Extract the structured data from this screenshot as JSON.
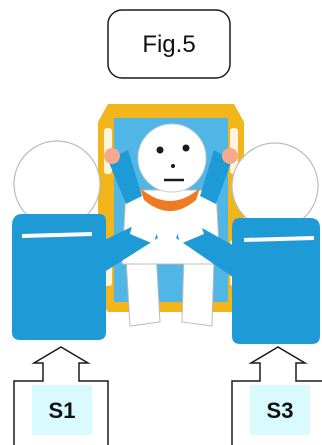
{
  "figure": {
    "title": "Fig.5"
  },
  "labels": {
    "left": "S1",
    "right": "S3"
  },
  "colors": {
    "board": "#F2B51B",
    "board_inner": "#4FB6E6",
    "caregiver_blue": "#1E9BD7",
    "scarf": "#EE7A22",
    "label_bg": "#D9FAFF",
    "outline": "#1a1a1a",
    "white": "#ffffff"
  },
  "icons": {
    "arrow": "up-arrow-outline",
    "face": "simple-face"
  }
}
